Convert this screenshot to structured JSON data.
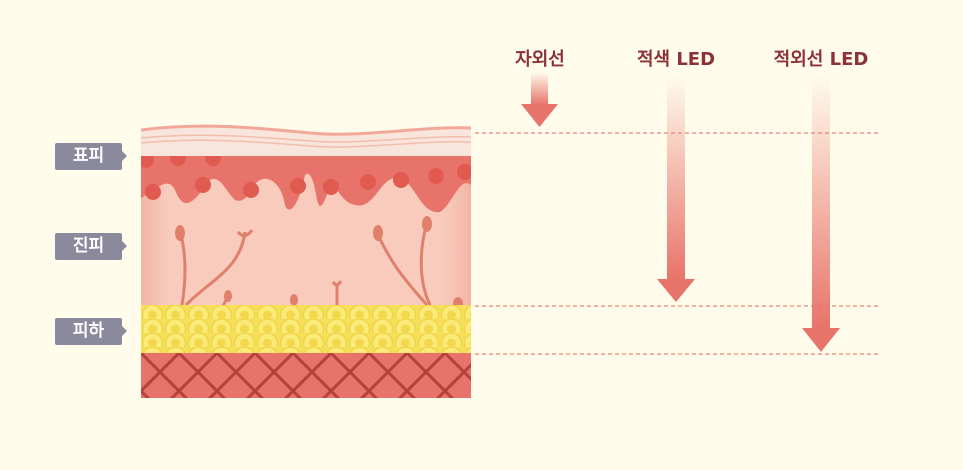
{
  "layers": [
    {
      "label": "표피"
    },
    {
      "label": "진피"
    },
    {
      "label": "피하"
    }
  ],
  "light_sources": [
    {
      "label": "자외선",
      "reaches": "표피"
    },
    {
      "label": "적색 LED",
      "reaches": "진피"
    },
    {
      "label": "적외선 LED",
      "reaches": "피하"
    }
  ],
  "colors": {
    "background": "#fffcec",
    "label_box": "#8a8a9c",
    "light_text": "#8b3236",
    "arrow": "#e8736a",
    "dashed_line": "#e06a5a"
  }
}
